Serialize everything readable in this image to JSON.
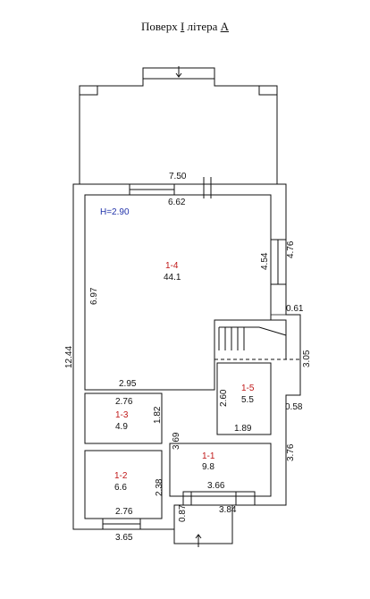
{
  "title": {
    "prefix": "Поверх ",
    "floor_numeral": "I",
    "middle": " літера ",
    "letter": "А"
  },
  "height_label": "H=2.90",
  "rooms": [
    {
      "id": "1-4",
      "area": "44.1"
    },
    {
      "id": "1-5",
      "area": "5.5"
    },
    {
      "id": "1-3",
      "area": "4.9"
    },
    {
      "id": "1-2",
      "area": "6.6"
    },
    {
      "id": "1-1",
      "area": "9.8"
    }
  ],
  "dimensions": {
    "d_7_50": "7.50",
    "d_6_62": "6.62",
    "d_4_54": "4.54",
    "d_4_76": "4.76",
    "d_6_97": "6.97",
    "d_12_44": "12.44",
    "d_0_61": "0.61",
    "d_3_05": "3.05",
    "d_2_95": "2.95",
    "d_2_60": "2.60",
    "d_2_76_top": "2.76",
    "d_1_82": "1.82",
    "d_0_58": "0.58",
    "d_1_89": "1.89",
    "d_3_69": "3.69",
    "d_3_76": "3.76",
    "d_2_38": "2.38",
    "d_3_66": "3.66",
    "d_2_76_bottom": "2.76",
    "d_3_84": "3.84",
    "d_0_87": "0.87",
    "d_3_65": "3.65"
  },
  "colors": {
    "line": "#111111",
    "room_number": "#c01818",
    "height": "#2233aa"
  }
}
